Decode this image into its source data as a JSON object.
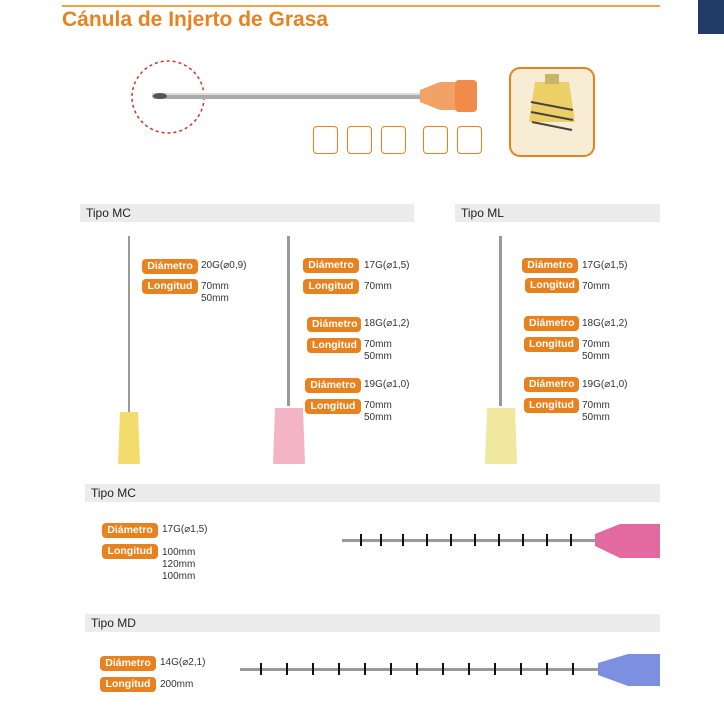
{
  "page": {
    "title": "Cánula de Injerto de Grasa"
  },
  "icons": [
    "cannula-tip-icon-1",
    "cannula-tip-icon-2",
    "cannula-tip-icon-3",
    "cannula-hub-icon-1",
    "cannula-hub-icon-2"
  ],
  "colors": {
    "accent": "#e8821f",
    "band": "#ececec",
    "corner": "#1f3b66"
  },
  "labels": {
    "diametro": "Diámetro",
    "longitud": "Longitud"
  },
  "section_mc_top": {
    "title": "Tipo MC",
    "left": {
      "diameter": "20G(⌀0,9)",
      "lengths": [
        "70mm",
        "50mm"
      ]
    },
    "right": [
      {
        "diameter": "17G(⌀1,5)",
        "lengths": [
          "70mm"
        ]
      },
      {
        "diameter": "18G(⌀1,2)",
        "lengths": [
          "70mm",
          "50mm"
        ]
      },
      {
        "diameter": "19G(⌀1,0)",
        "lengths": [
          "70mm",
          "50mm"
        ]
      }
    ]
  },
  "section_ml": {
    "title": "Tipo ML",
    "items": [
      {
        "diameter": "17G(⌀1,5)",
        "lengths": [
          "70mm"
        ]
      },
      {
        "diameter": "18G(⌀1,2)",
        "lengths": [
          "70mm",
          "50mm"
        ]
      },
      {
        "diameter": "19G(⌀1,0)",
        "lengths": [
          "70mm",
          "50mm"
        ]
      }
    ]
  },
  "section_mc_mid": {
    "title": "Tipo MC",
    "diameter": "17G(⌀1,5)",
    "lengths": [
      "100mm",
      "120mm",
      "100mm"
    ]
  },
  "section_md": {
    "title": "Tipo MD",
    "diameter": "14G(⌀2,1)",
    "lengths": [
      "200mm"
    ]
  }
}
